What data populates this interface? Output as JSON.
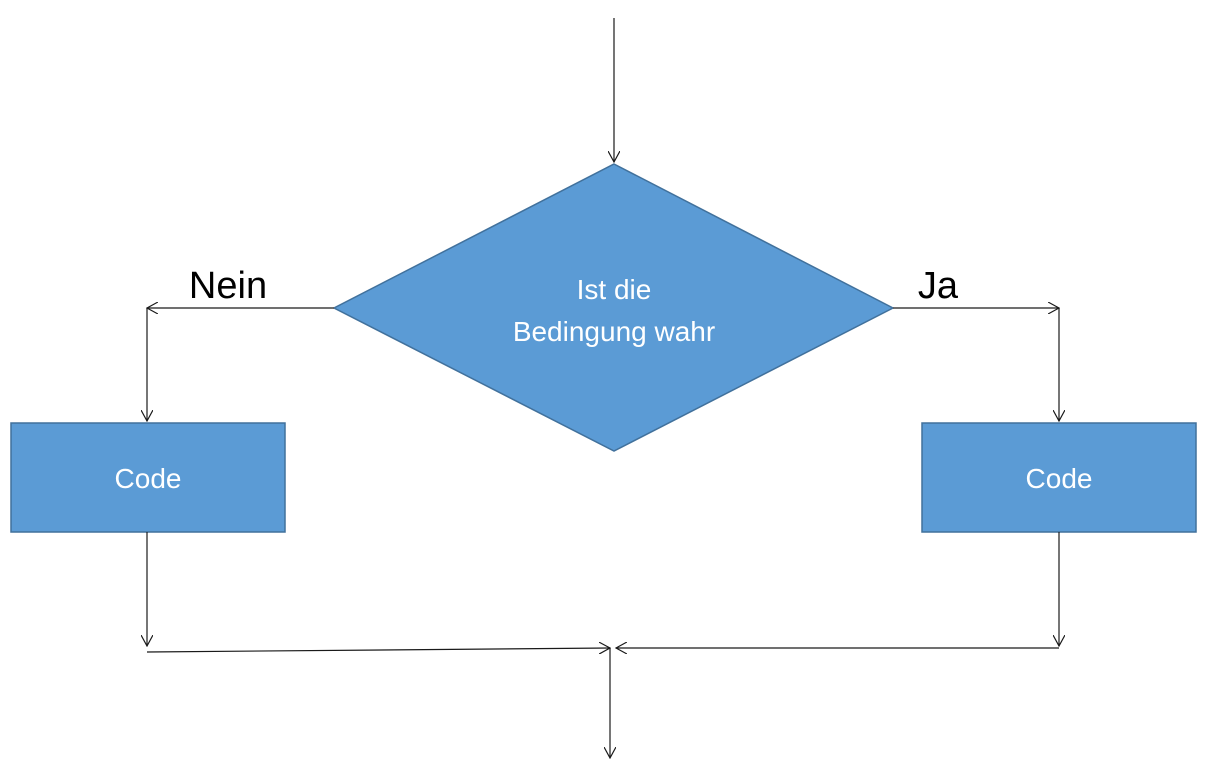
{
  "diagram": {
    "decision": {
      "line1": "Ist die",
      "line2": "Bedingung wahr"
    },
    "branch_no": "Nein",
    "branch_yes": "Ja",
    "box_left": "Code",
    "box_right": "Code"
  },
  "colors": {
    "shape_fill": "#5b9bd5",
    "shape_border": "#41719c",
    "line": "#1a1a1a"
  }
}
